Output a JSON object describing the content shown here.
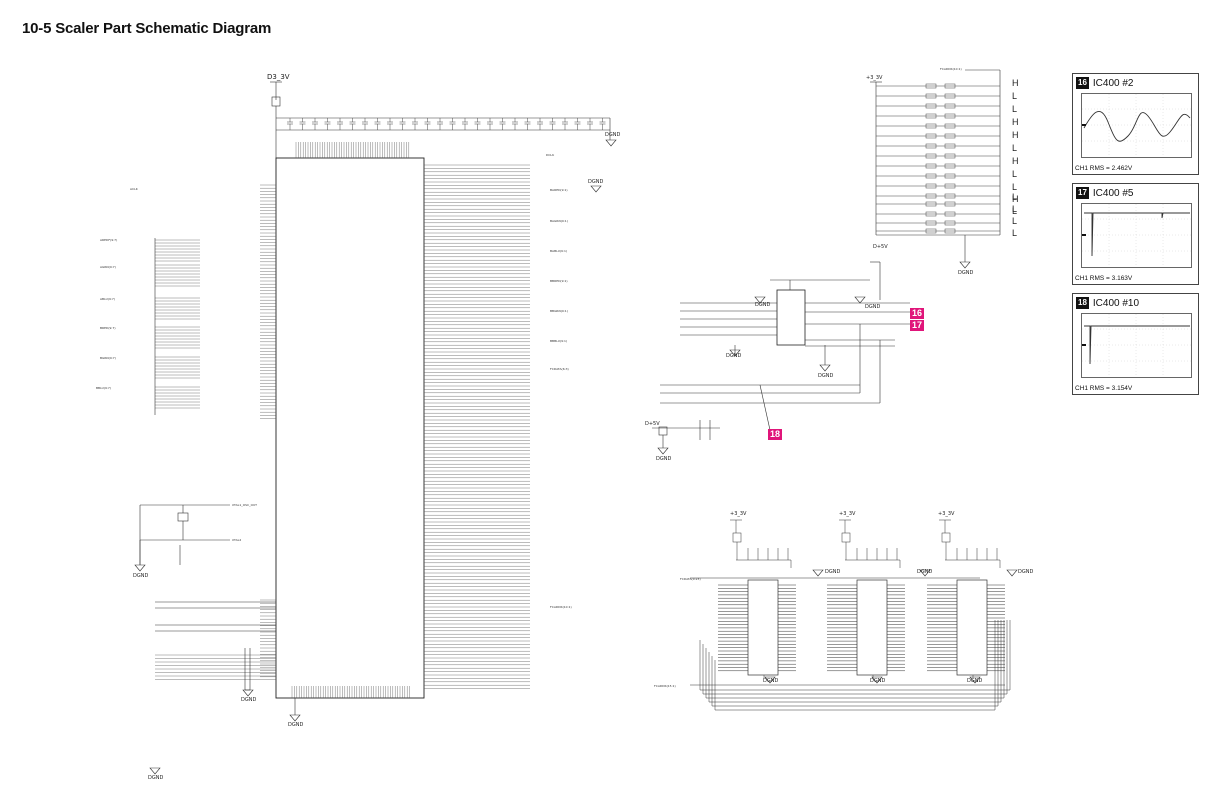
{
  "title": "10-5 Scaler Part Schematic Diagram",
  "scopes": [
    {
      "num": "16",
      "label": "IC400 #2",
      "rms": "CH1 RMS = 2.462V"
    },
    {
      "num": "17",
      "label": "IC400 #5",
      "rms": "CH1 RMS = 3.163V"
    },
    {
      "num": "18",
      "label": "IC400 #10",
      "rms": "CH1 RMS = 3.154V"
    }
  ],
  "callouts": [
    "16",
    "17",
    "18"
  ],
  "nets": {
    "d3_3v": "D3_3V",
    "plus3_3v": "+3_3V",
    "d5v": "D+5V",
    "dgnd": "DGND",
    "aclk": "ACLK",
    "aredf": "AREDF(9:7)",
    "agrn": "AGRN(9:7)",
    "ablu": "ABLU(9:7)",
    "bred": "BRED(9:7)",
    "bgrn": "BGRN(9:7)",
    "bblu": "BBLU(9:7)",
    "bared": "BARED(9:1)",
    "bagrn": "BAGRN(9:1)",
    "bablu": "BABLU(9:1)",
    "bbred": "BBRED(9:1)",
    "bbgrn": "BBGRN(9:1)",
    "bbblu": "BBBLU(9:1)",
    "fcdata": "FCDATA(6:3)",
    "fcaddr": "FCADDR(10:1)",
    "fcaddr2": "FCADDR(10:1)",
    "fcdata_in": "FCDATA(0:23)",
    "fcaddr_in": "FCADDR(15:1)",
    "xtal": "XTAL1_OSC_OUT",
    "xtal2": "XTAL2",
    "dclk": "DCLK"
  },
  "h_l": [
    "H",
    "L",
    "L",
    "H",
    "H",
    "L",
    "H",
    "L",
    "L",
    "H",
    "L",
    "",
    "",
    "L",
    "L",
    "L",
    "L"
  ]
}
